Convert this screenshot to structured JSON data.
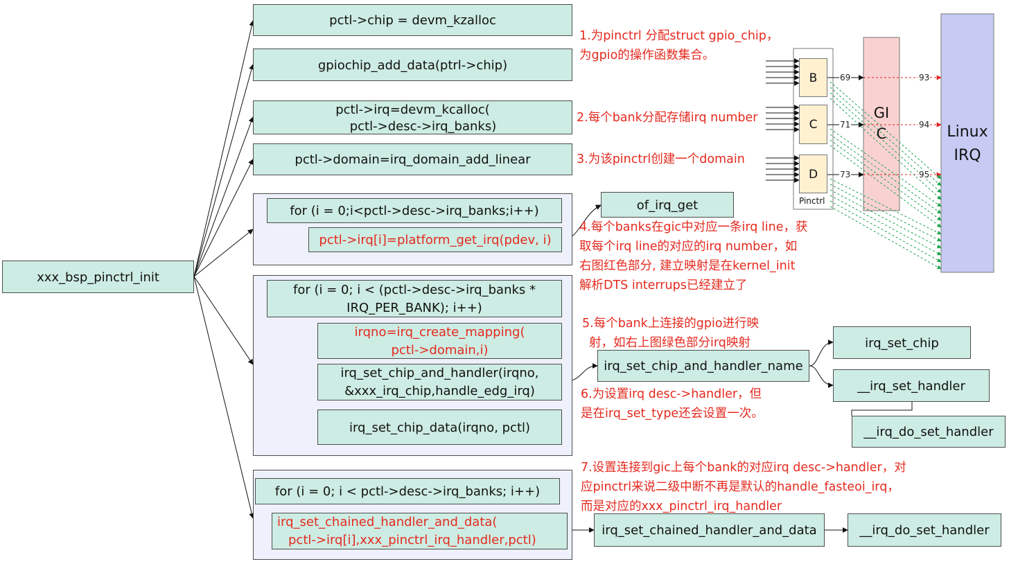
{
  "main": {
    "init": "xxx_bsp_pinctrl_init",
    "b1": "pctl->chip = devm_kzalloc",
    "b2": "gpiochip_add_data(ptrl->chip)",
    "b3": [
      "pctl->irq=devm_kcalloc(",
      "pctl->desc->irq_banks)"
    ],
    "b4": "pctl->domain=irq_domain_add_linear",
    "loop1": {
      "head": "for (i = 0;i<pctl->desc->irq_banks;i++)",
      "body": "pctl->irq[i]=platform_get_irq(pdev, i)",
      "callee": "of_irq_get"
    },
    "loop2": {
      "head": [
        "for (i = 0; i < (pctl->desc->irq_banks *",
        "IRQ_PER_BANK); i++)"
      ],
      "create": [
        "irqno=irq_create_mapping(",
        "pctl->domain,i)"
      ],
      "chip_handler": [
        "irq_set_chip_and_handler(irqno,",
        "&xxx_irq_chip,handle_edg_irq)"
      ],
      "chip_data": "irq_set_chip_data(irqno, pctl)",
      "callee": "irq_set_chip_and_handler_name",
      "set_chip": "irq_set_chip",
      "set_handler": "__irq_set_handler",
      "do_set": "__irq_do_set_handler"
    },
    "loop3": {
      "head": "for (i = 0; i < pctl->desc->irq_banks; i++)",
      "body": [
        "irq_set_chained_handler_and_data(",
        "pctl->irq[i],xxx_pinctrl_irq_handler,pctl)"
      ],
      "callee": "irq_set_chained_handler_and_data",
      "do_set": "__irq_do_set_handler"
    }
  },
  "notes": {
    "n1": [
      "1.为pinctrl 分配struct gpio_chip，",
      "为gpio的操作函数集合。"
    ],
    "n2": "2.每个bank分配存储irq number",
    "n3": "3.为该pinctrl创建一个domain",
    "n4": [
      "4.每个banks在gic中对应一条irq line，获",
      "取每个irq line的对应的irq number，如",
      "右图红色部分, 建立映射是在kernel_init",
      "解析DTS interrups已经建立了"
    ],
    "n5": [
      "5.每个bank上连接的gpio进行映",
      "射，如右上图绿色部分irq映射"
    ],
    "n6": [
      "6.为设置irq desc->handler，但",
      "是在irq_set_type还会设置一次。"
    ],
    "n7": [
      "7.设置连接到gic上每个bank的对应irq desc->handler，对",
      "应pinctrl来说二级中断不再是默认的handle_fasteoi_irq，",
      "而是对应的xxx_pinctrl_irq_handler"
    ]
  },
  "irq_diagram": {
    "banks": [
      "B",
      "C",
      "D"
    ],
    "pinctrl_label": "Pinctrl",
    "gic_label": [
      "GI",
      "C"
    ],
    "linux_label": [
      "Linux",
      "IRQ"
    ],
    "gic_numbers": [
      "69",
      "71",
      "73"
    ],
    "linux_numbers": [
      "93",
      "94",
      "95"
    ]
  },
  "colors": {
    "box_fill": "#cdece3",
    "group_fill": "#eef1fb",
    "red_text": "#e42a1f",
    "pinctrl_fill": "#fff0d0",
    "gic_fill": "#f9d1d1",
    "linux_fill": "#c7cbf3",
    "green_arrow": "#1aa34a"
  }
}
